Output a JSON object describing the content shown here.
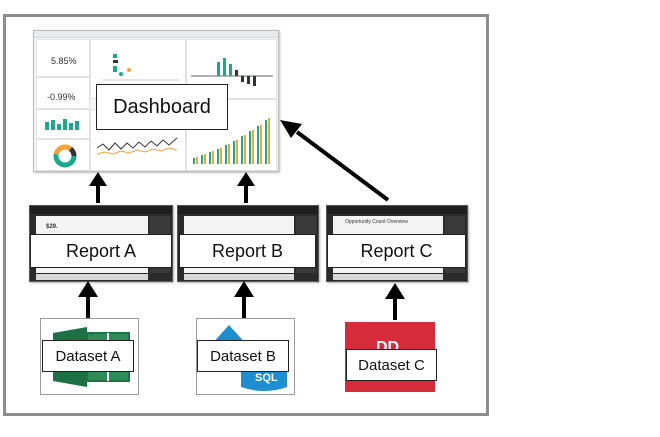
{
  "dashboard": {
    "label": "Dashboard",
    "tile_values": [
      "5.85%",
      "-0.99%"
    ]
  },
  "reports": [
    {
      "label": "Report A",
      "value": "$29."
    },
    {
      "label": "Report B"
    },
    {
      "label": "Report C",
      "title": "Opportunity Count Overview"
    }
  ],
  "datasets": [
    {
      "label": "Dataset A",
      "icon": "excel-icon",
      "color": "#1e7145"
    },
    {
      "label": "Dataset B",
      "icon": "sql-server-icon",
      "color": "#1f8ecf"
    },
    {
      "label": "Dataset C",
      "icon": "access-icon",
      "color": "#d62b3b"
    }
  ],
  "colors": {
    "frame": "#8c8c8c",
    "arrow": "#000000",
    "teal": "#1aa88e",
    "orange": "#f2a33a",
    "dark": "#333333"
  }
}
